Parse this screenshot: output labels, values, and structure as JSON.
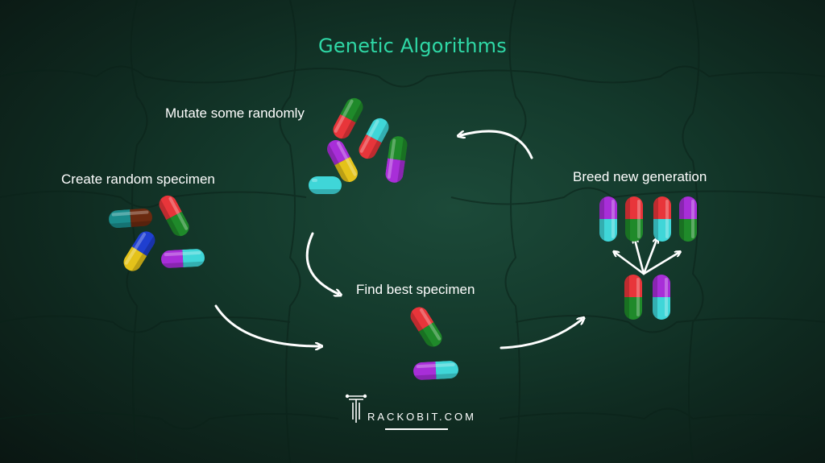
{
  "title": "Genetic Algorithms",
  "steps": {
    "mutate": "Mutate some randomly",
    "create": "Create random specimen",
    "breed": "Breed new generation",
    "find": "Find best specimen"
  },
  "brand": {
    "text": "RACKOBIT.COM"
  },
  "colors": {
    "title": "#2fd8a6",
    "red": "#e8353a",
    "green": "#1f8a2a",
    "cyan": "#3fd6d8",
    "purple": "#a82ed8",
    "yellow": "#e4c21a",
    "blue": "#1f3fd0",
    "teal": "#1a8c8c",
    "brown": "#6b2a10"
  }
}
